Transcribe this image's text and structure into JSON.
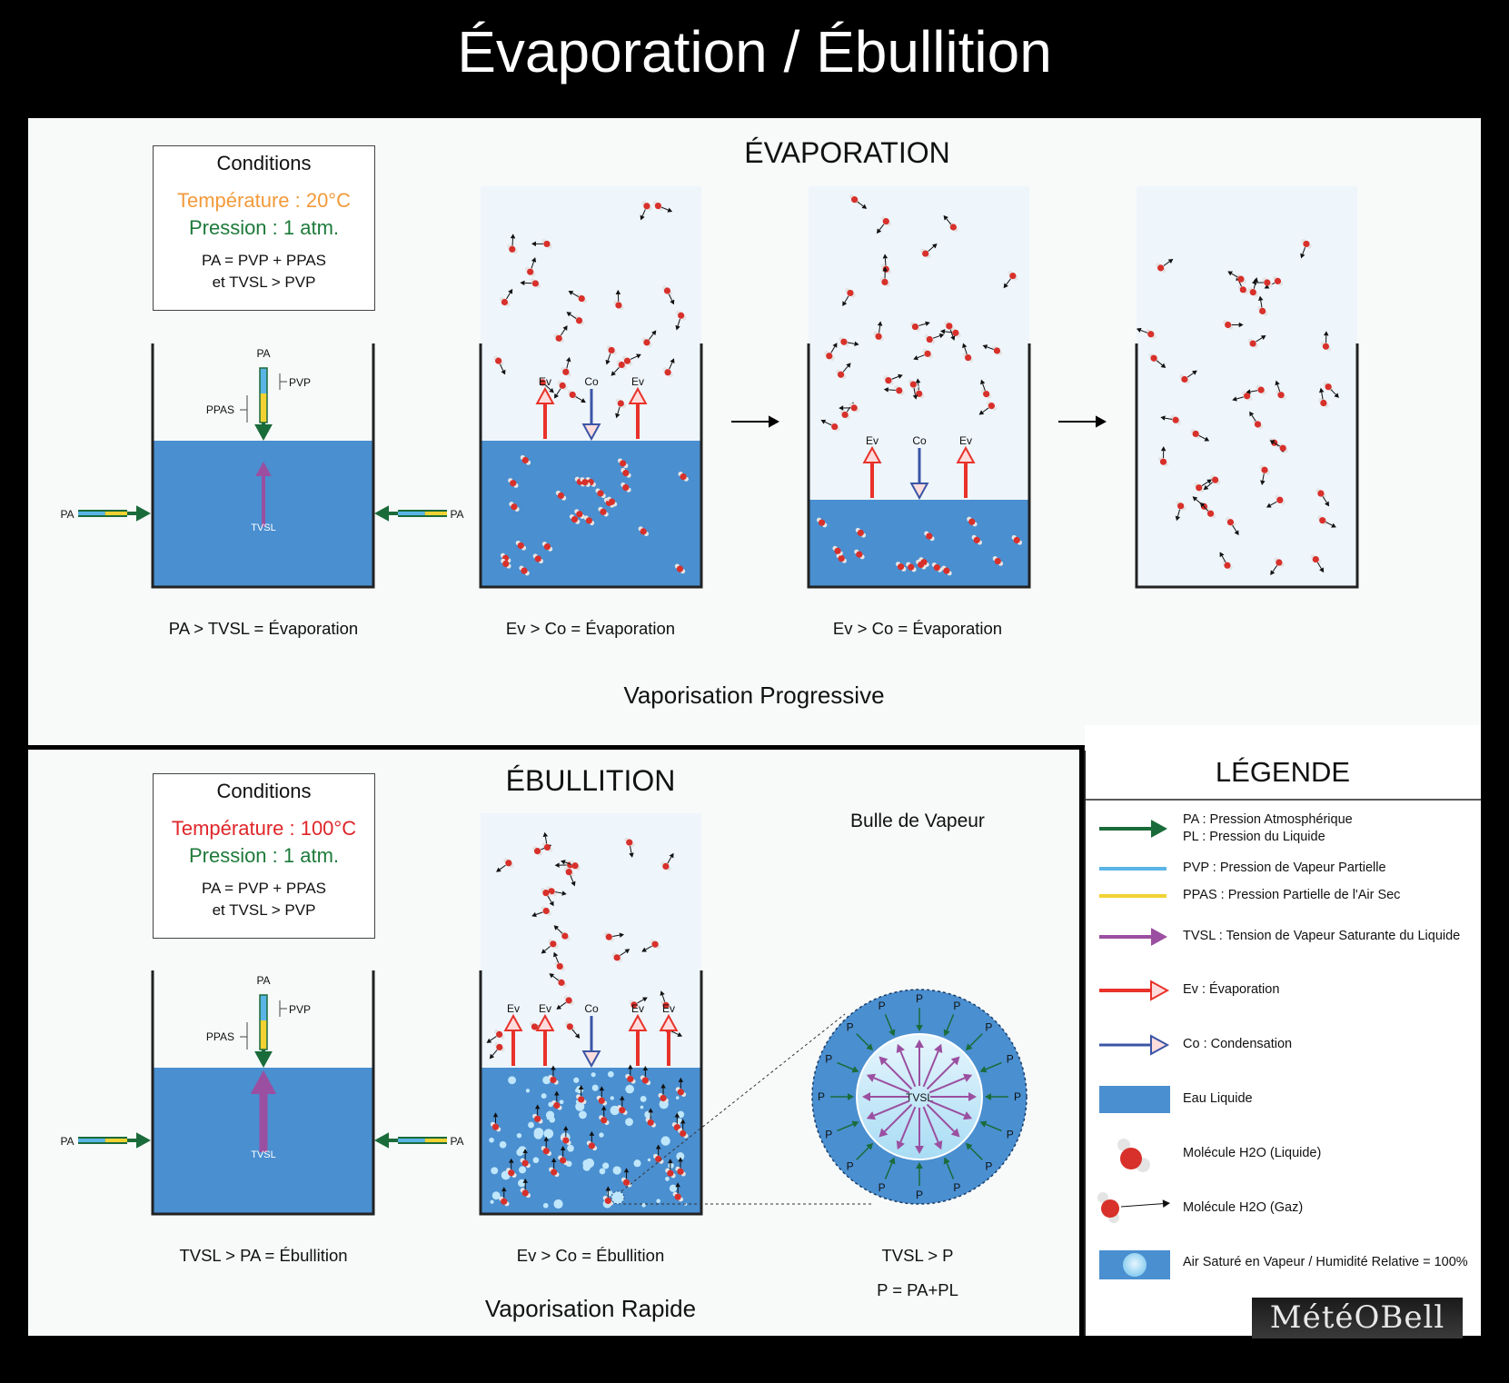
{
  "title": "Évaporation / Ébullition",
  "evaporation": {
    "heading": "ÉVAPORATION",
    "conditions": {
      "title": "Conditions",
      "temperature": "Température : 20°C",
      "pressure": "Pression : 1 atm.",
      "eq1": "PA = PVP + PPAS",
      "eq2": "et TVSL > PVP"
    },
    "captions": [
      "PA > TVSL = Évaporation",
      "Ev > Co = Évaporation",
      "Ev > Co = Évaporation"
    ],
    "footer": "Vaporisation Progressive"
  },
  "ebullition": {
    "heading": "ÉBULLITION",
    "conditions": {
      "title": "Conditions",
      "temperature": "Température : 100°C",
      "pressure": "Pression : 1 atm.",
      "eq1": "PA = PVP + PPAS",
      "eq2": "et TVSL > PVP"
    },
    "bubble_title": "Bulle de Vapeur",
    "captions": [
      "TVSL > PA = Ébullition",
      "Ev > Co = Ébullition",
      "TVSL > P"
    ],
    "caption_pressure": "P = PA+PL",
    "footer": "Vaporisation Rapide"
  },
  "labels": {
    "pa": "PA",
    "pvp": "PVP",
    "ppas": "PPAS",
    "tvsl": "TVSL",
    "ev": "Ev",
    "co": "Co",
    "p": "P"
  },
  "legend": {
    "title": "LÉGENDE",
    "items": [
      {
        "icon": "green-arrow",
        "lines": [
          "PA : Pression Atmosphérique",
          "PL : Pression du Liquide"
        ]
      },
      {
        "icon": "blue-line",
        "lines": [
          "PVP : Pression de Vapeur Partielle"
        ]
      },
      {
        "icon": "yellow-line",
        "lines": [
          "PPAS : Pression Partielle de l'Air Sec"
        ]
      },
      {
        "icon": "purple-arrow",
        "lines": [
          "TVSL : Tension de Vapeur Saturante du Liquide"
        ]
      },
      {
        "icon": "red-arrow",
        "lines": [
          "Ev : Évaporation"
        ]
      },
      {
        "icon": "navy-arrow",
        "lines": [
          "Co : Condensation"
        ]
      },
      {
        "icon": "water-block",
        "lines": [
          "Eau Liquide"
        ]
      },
      {
        "icon": "molecule-liquid",
        "lines": [
          "Molécule H2O (Liquide)"
        ]
      },
      {
        "icon": "molecule-gas",
        "lines": [
          "Molécule H2O (Gaz)"
        ]
      },
      {
        "icon": "saturated-air-block",
        "lines": [
          "Air Saturé en Vapeur / Humidité Relative = 100%"
        ]
      }
    ]
  },
  "logo_text": "MétéOBell",
  "colors": {
    "water": "#4a8fd0",
    "pa_green": "#1a6b3a",
    "pvp_blue": "#5ab4e6",
    "ppas_yellow": "#f2d232",
    "tvsl_purple": "#9b4fa0",
    "ev_red": "#e8322a",
    "co_navy": "#3b55a6",
    "temp_orange": "#f39a3a",
    "temp_red": "#e0262a",
    "pressure_green": "#1e7a3a"
  }
}
